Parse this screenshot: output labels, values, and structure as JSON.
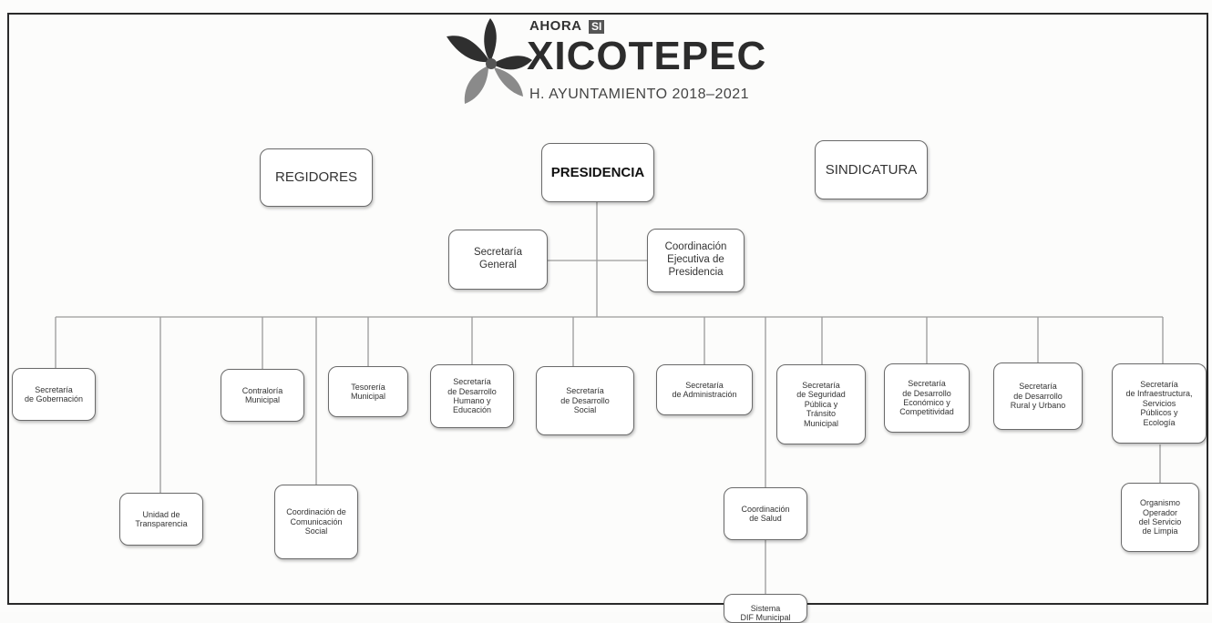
{
  "logo": {
    "ahora": "AHORA",
    "si": "SI",
    "name": "XICOTEPEC",
    "subtitle": "H. AYUNTAMIENTO 2018–2021"
  },
  "nodes": {
    "regidores": "REGIDORES",
    "presidencia": "PRESIDENCIA",
    "sindicatura": "SINDICATURA",
    "secretaria_general": "Secretaría\nGeneral",
    "coord_ejecutiva": "Coordinación\nEjecutiva de\nPresidencia",
    "sec_gobernacion": "Secretaría\nde Gobernación",
    "unidad_transparencia": "Unidad de\nTransparencia",
    "contraloria": "Contraloría\nMunicipal",
    "coord_comunicacion": "Coordinación de\nComunicación\nSocial",
    "tesoreria": "Tesorería\nMunicipal",
    "sec_desarrollo_humano": "Secretaría\nde Desarrollo\nHumano y\nEducación",
    "sec_desarrollo_social": "Secretaría\nde Desarrollo\nSocial",
    "sec_administracion": "Secretaría\nde Administración",
    "coord_salud": "Coordinación\nde Salud",
    "sistema_dif": "Sistema\nDIF Municipal",
    "sec_seguridad": "Secretaría\nde Seguridad\nPública y\nTránsito\nMunicipal",
    "sec_desarrollo_economico": "Secretaría\nde Desarrollo\nEconómico y\nCompetitividad",
    "sec_desarrollo_rural": "Secretaría\nde Desarrollo\nRural y Urbano",
    "sec_infraestructura": "Secretaría\nde Infraestructura,\nServicios\nPúblicos y\nEcología",
    "organismo_limpia": "Organismo\nOperador\ndel Servicio\nde Limpia"
  }
}
